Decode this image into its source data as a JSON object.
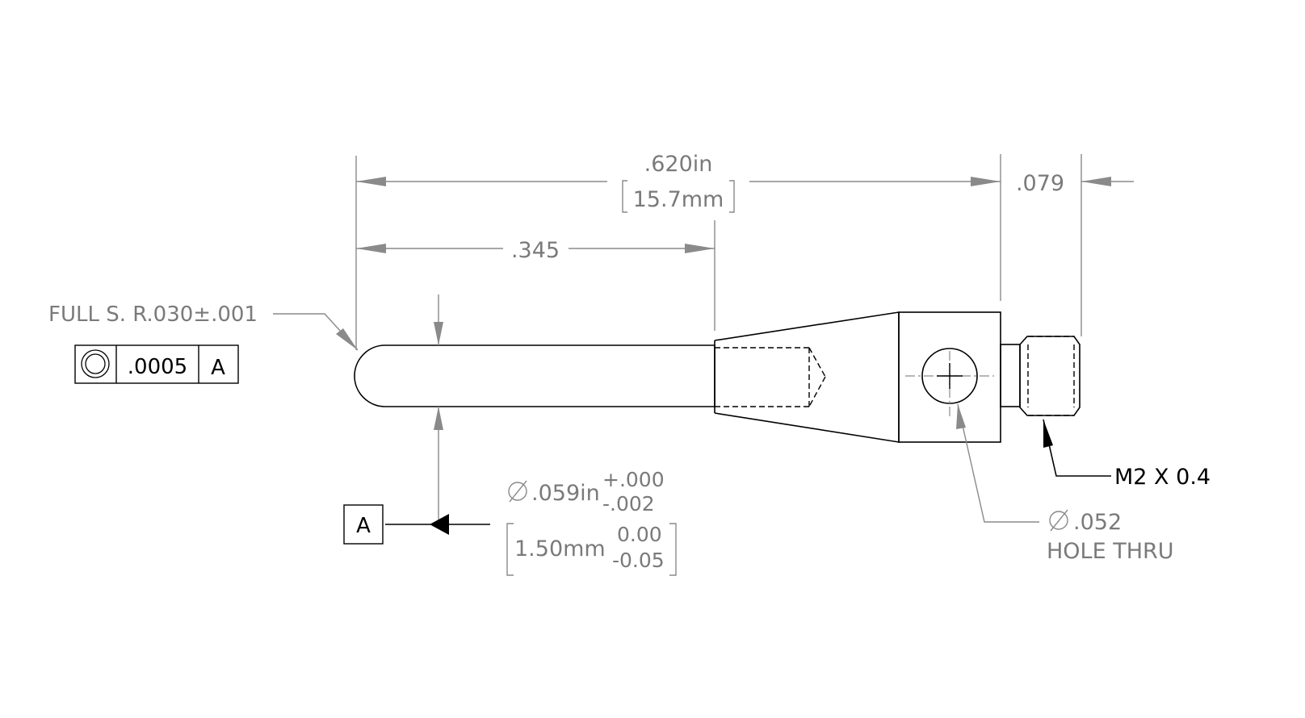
{
  "dimensions": {
    "overall_length_in": ".620in",
    "overall_length_mm": "15.7mm",
    "partial_length": ".345",
    "thread_length": ".079"
  },
  "tip": {
    "callout": "FULL S. R.030±.001"
  },
  "feature_control_frame": {
    "symbol": "concentricity",
    "tolerance": ".0005",
    "datum": "A"
  },
  "datum_label": "A",
  "diameter": {
    "symbol": "⌀",
    "value_in": ".059in",
    "tol_upper_in": "+.000",
    "tol_lower_in": "-.002",
    "value_mm": "1.50mm",
    "tol_upper_mm": "0.00",
    "tol_lower_mm": "-0.05"
  },
  "hole": {
    "symbol": "⌀",
    "value": ".052",
    "note": "HOLE THRU"
  },
  "thread": {
    "callout": "M2 X 0.4"
  }
}
